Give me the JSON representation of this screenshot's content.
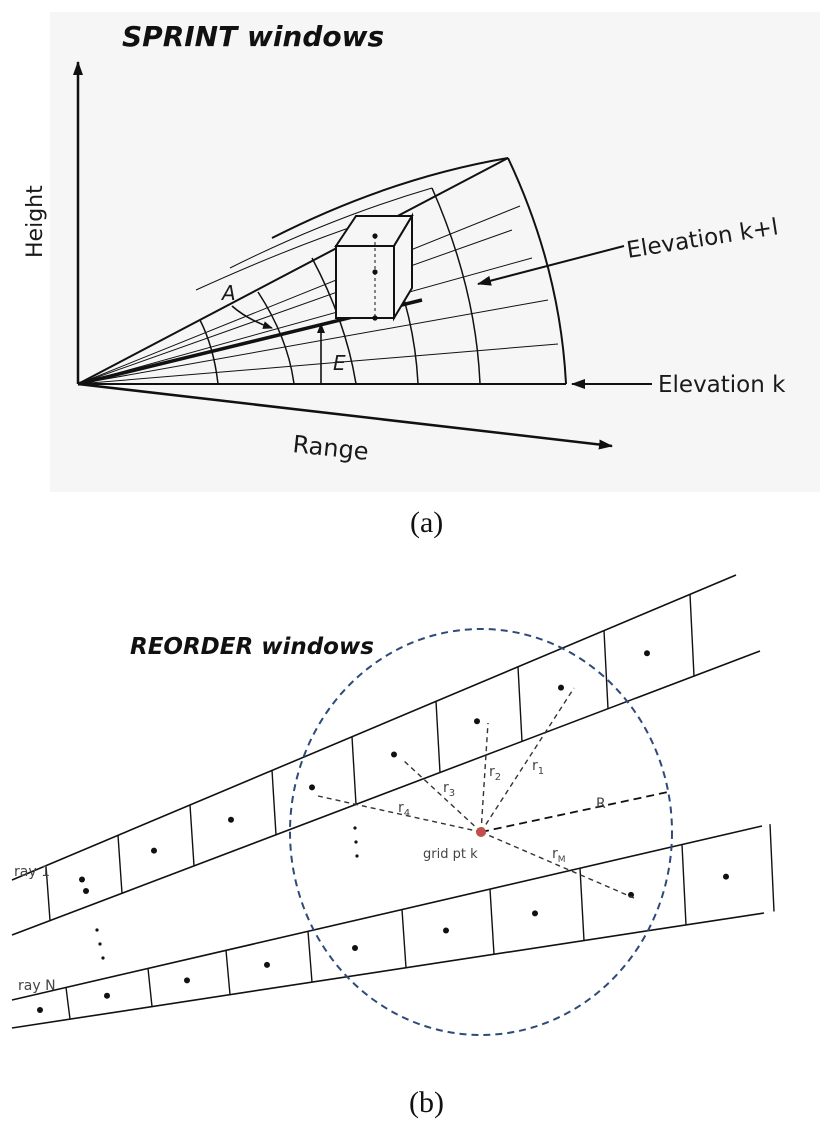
{
  "panel_a": {
    "title": "SPRINT windows",
    "y_axis_label": "Height",
    "x_axis_label": "Range",
    "elev_upper_label": "Elevation k+l",
    "elev_lower_label": "Elevation k",
    "azimuth_symbol": "A",
    "elev_symbol": "E",
    "caption": "(a)"
  },
  "panel_b": {
    "title": "REORDER windows",
    "ray_first_label": "ray 1",
    "ray_last_label": "ray N",
    "grid_point_label": "grid pt k",
    "radius_label": "R",
    "distance_labels": [
      {
        "base": "r",
        "sub": "1"
      },
      {
        "base": "r",
        "sub": "2"
      },
      {
        "base": "r",
        "sub": "3"
      },
      {
        "base": "r",
        "sub": "4"
      },
      {
        "base": "r",
        "sub": "M"
      }
    ],
    "caption": "(b)"
  }
}
